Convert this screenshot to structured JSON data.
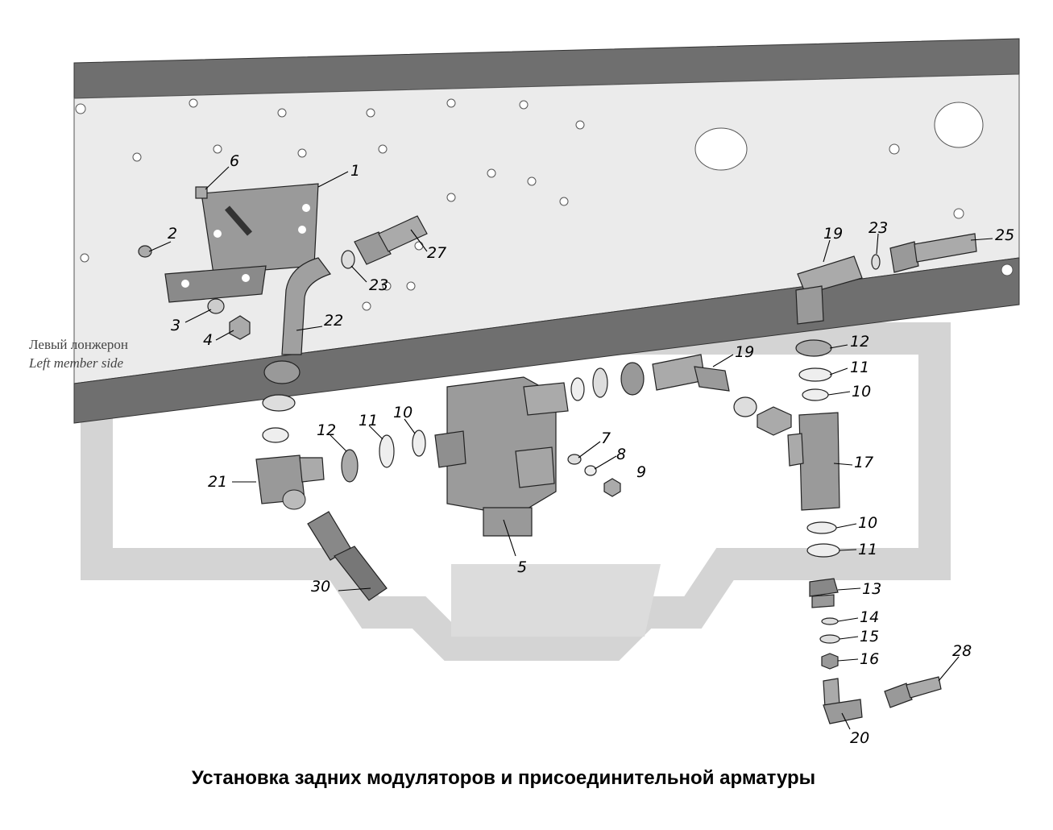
{
  "title": "Установка задних модуляторов и присоединительной арматуры",
  "member_side": {
    "ru": "Левый лонжерон",
    "en": "Left member side"
  },
  "callouts": {
    "c1": "1",
    "c2": "2",
    "c3": "3",
    "c4": "4",
    "c5": "5",
    "c6": "6",
    "c7": "7",
    "c8": "8",
    "c9": "9",
    "c10a": "10",
    "c10b": "10",
    "c10c": "10",
    "c11a": "11",
    "c11b": "11",
    "c11c": "11",
    "c12a": "12",
    "c12b": "12",
    "c13": "13",
    "c14": "14",
    "c15": "15",
    "c16": "16",
    "c17": "17",
    "c19a": "19",
    "c19b": "19",
    "c20": "20",
    "c21": "21",
    "c22": "22",
    "c23a": "23",
    "c23b": "23",
    "c25": "25",
    "c27": "27",
    "c28": "28",
    "c30": "30"
  },
  "colors": {
    "frame_web": "#e9e9e9",
    "frame_flange": "#6f6f6f",
    "part_fill": "#a9a9a9",
    "watermark": "#dcdcdc"
  }
}
